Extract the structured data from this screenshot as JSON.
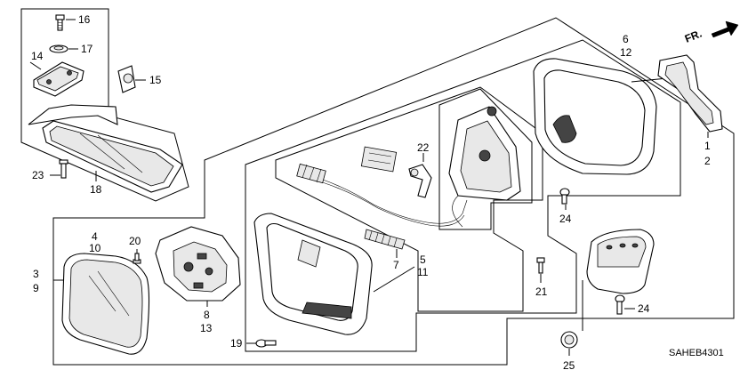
{
  "diagram": {
    "direction_label": "FR.",
    "catalog_code": "SAHEB4301",
    "callouts": {
      "c1": "1",
      "c2": "2",
      "c3": "3",
      "c4": "4",
      "c5": "5",
      "c6": "6",
      "c7": "7",
      "c8": "8",
      "c9": "9",
      "c10": "10",
      "c11": "11",
      "c12": "12",
      "c13": "13",
      "c14": "14",
      "c15": "15",
      "c16": "16",
      "c17": "17",
      "c18": "18",
      "c19": "19",
      "c20": "20",
      "c21": "21",
      "c22": "22",
      "c23": "23",
      "c24a": "24",
      "c24b": "24",
      "c25": "25"
    }
  }
}
